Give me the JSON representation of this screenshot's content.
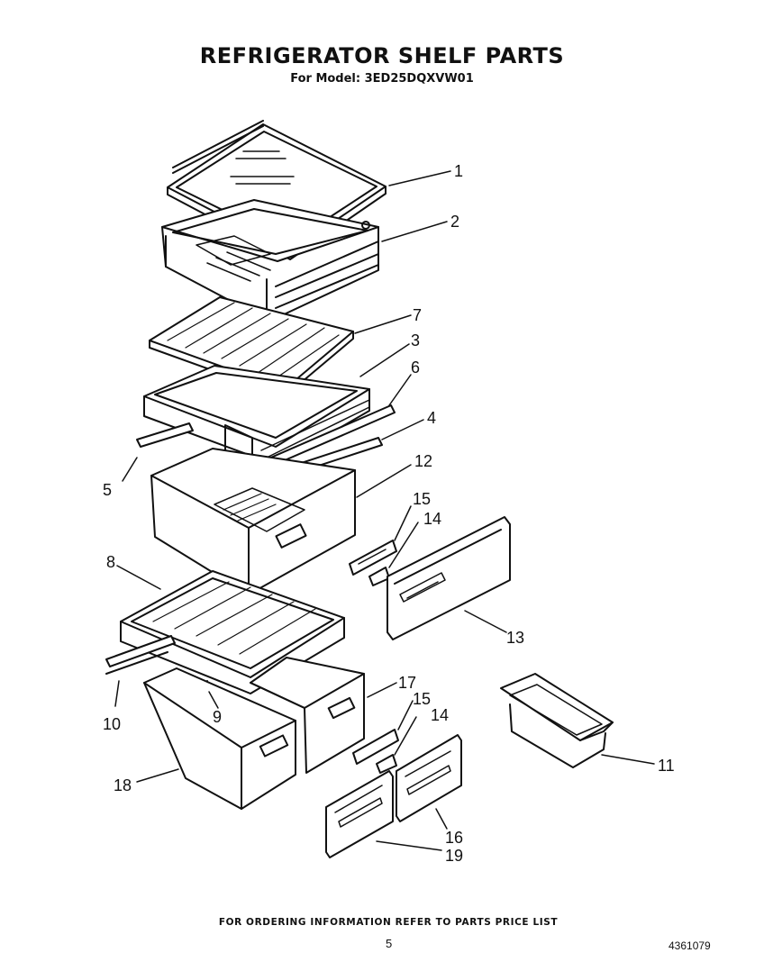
{
  "header": {
    "title": "REFRIGERATOR SHELF PARTS",
    "model_line": "For Model: 3ED25DQXVW01"
  },
  "callouts": [
    "1",
    "2",
    "7",
    "3",
    "6",
    "4",
    "5",
    "12",
    "15",
    "14",
    "13",
    "8",
    "10",
    "9",
    "17",
    "15",
    "14",
    "18",
    "11",
    "16",
    "19"
  ],
  "footer": {
    "ordering_note": "FOR ORDERING INFORMATION REFER TO PARTS PRICE LIST",
    "page_number": "5",
    "document_number": "4361079"
  }
}
